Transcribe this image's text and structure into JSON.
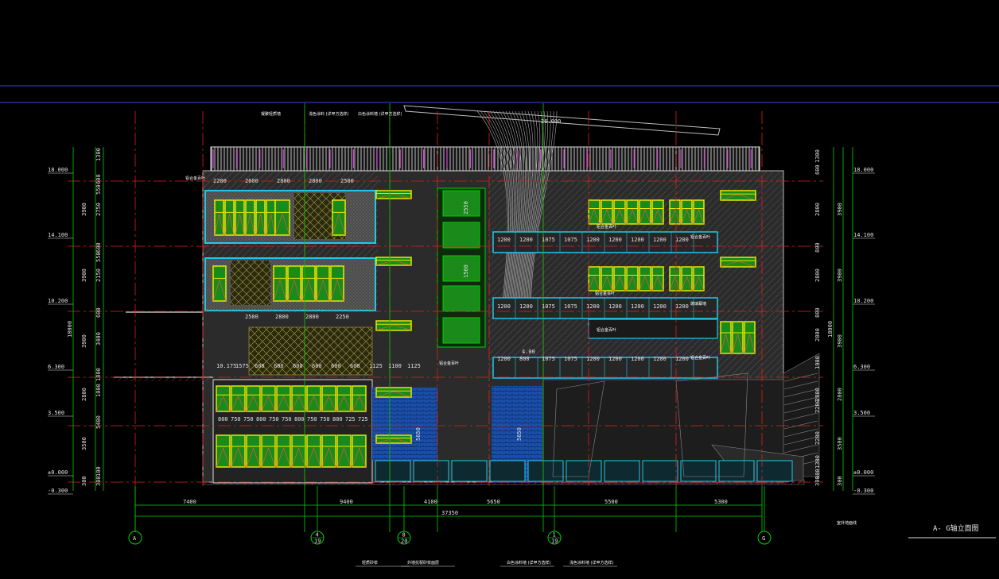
{
  "drawing": {
    "title": "A- G轴立面图",
    "bottom_notes": [
      "轻质砂浆",
      "外墙抗裂砂浆面层",
      "白色涂料墙 (详甲方选样)",
      "浅色涂料墙 (详甲方选样)"
    ],
    "top_notes": [
      "凝聚轻质墙",
      "浅色涂料 (详甲方选样)",
      "白色涂料墙 (详甲方选样)"
    ],
    "roof_level": "26.000",
    "right_small_note": "室外地面线",
    "band_labels": [
      "铝合金百叶",
      "铝合金百叶",
      "铝合金百叶",
      "玻璃幕墙",
      "铝合金百叶",
      "铝合金百叶",
      "铝合金百叶",
      "铝合金百叶"
    ]
  },
  "levels": {
    "left": [
      "18.000",
      "14.100",
      "10.200",
      "6.300",
      "3.500",
      "±0.000",
      "-0.300"
    ],
    "right": [
      "18.000",
      "14.100",
      "10.200",
      "6.300",
      "3.500",
      "±0.000",
      "-0.300"
    ]
  },
  "vertical_dims": {
    "left_outer": [
      "18000"
    ],
    "left_mid": [
      "3900",
      "3900",
      "3900",
      "2800",
      "3500",
      "300"
    ],
    "left_inner": [
      "1300",
      "600",
      "550",
      "2750",
      "600",
      "550",
      "2150",
      "600",
      "3400",
      "1800",
      "1000",
      "5400",
      "100",
      "300"
    ],
    "right_outer": [
      "18000"
    ],
    "right_mid": [
      "3900",
      "3900",
      "3900",
      "2800",
      "3500",
      "300"
    ],
    "right_inner": [
      "600",
      "1300",
      "2800",
      "800",
      "2800",
      "800",
      "2800",
      "1900",
      "2800",
      "2200",
      "2200",
      "1300",
      "100",
      "300"
    ]
  },
  "horizontal_dims": {
    "segments": [
      "7400",
      "9400",
      "4100",
      "5650",
      "5500",
      "5300"
    ],
    "total": "37350"
  },
  "axes": [
    {
      "label": "A",
      "sub": ""
    },
    {
      "label": "4",
      "sub": "19"
    },
    {
      "label": "8",
      "sub": "20"
    },
    {
      "label": "1",
      "sub": "19"
    },
    {
      "label": "G",
      "sub": ""
    }
  ],
  "facade_dims": {
    "f4_top": [
      "2200",
      "2600",
      "2800",
      "2800",
      "2500"
    ],
    "f3_mid": [
      "2500",
      "2800",
      "2800",
      "2250"
    ],
    "right_row_a": [
      "1200",
      "1200",
      "1075",
      "1075",
      "1200",
      "1200",
      "1200",
      "1200",
      "1200"
    ],
    "right_row_b": [
      "1200",
      "1200",
      "1075",
      "1075",
      "1200",
      "1200",
      "1200",
      "1200",
      "1200"
    ],
    "right_row_c": [
      "1200",
      "800",
      "1075",
      "1075",
      "1200",
      "1200",
      "1200",
      "1200",
      "1200"
    ],
    "lower_left_row": [
      "10.175",
      "1575",
      "600",
      "600",
      "600",
      "600",
      "600",
      "600",
      "1125",
      "1100",
      "1125"
    ],
    "win_row": [
      "800",
      "750",
      "750",
      "800",
      "750",
      "750",
      "800",
      "750",
      "750",
      "800",
      "725",
      "725"
    ],
    "misc": [
      "4.00",
      "5650",
      "5650",
      "2550",
      "1560"
    ]
  },
  "colors": {
    "background": "#000000",
    "axis_red": "#e02020",
    "dim_green": "#00d000",
    "facade_cyan": "#20c8e8",
    "window_yellow": "#e8e800",
    "window_fill": "#1a8a1a",
    "wall_gray": "#6e6e6e",
    "blue_lines": "#3344ff",
    "magenta": "#e040e0"
  }
}
